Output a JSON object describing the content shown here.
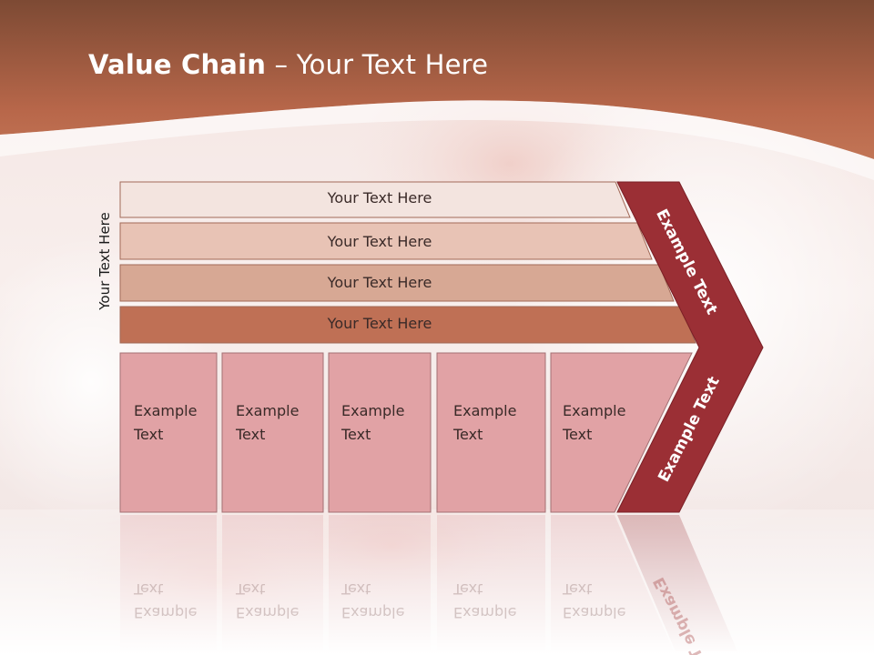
{
  "slide": {
    "title_bold": "Value Chain",
    "title_rest": " – Your Text Here",
    "side_label": "Your Text Here"
  },
  "rows": [
    {
      "label": "Your Text Here"
    },
    {
      "label": "Your Text Here"
    },
    {
      "label": "Your Text Here"
    },
    {
      "label": "Your Text Here"
    }
  ],
  "boxes": [
    {
      "line1": "Example",
      "line2": "Text"
    },
    {
      "line1": "Example",
      "line2": "Text"
    },
    {
      "line1": "Example",
      "line2": "Text"
    },
    {
      "line1": "Example",
      "line2": "Text"
    },
    {
      "line1": "Example",
      "line2": "Text"
    }
  ],
  "chevron": {
    "upper_label": "Example Text",
    "lower_label": "Example Text"
  },
  "colors": {
    "header": "#b8674a",
    "row1": "#f3e4df",
    "row2": "#e8c3b5",
    "row3": "#d7a894",
    "row4": "#bf7055",
    "box": "#e1a2a5",
    "chevron": "#9b2f35"
  }
}
